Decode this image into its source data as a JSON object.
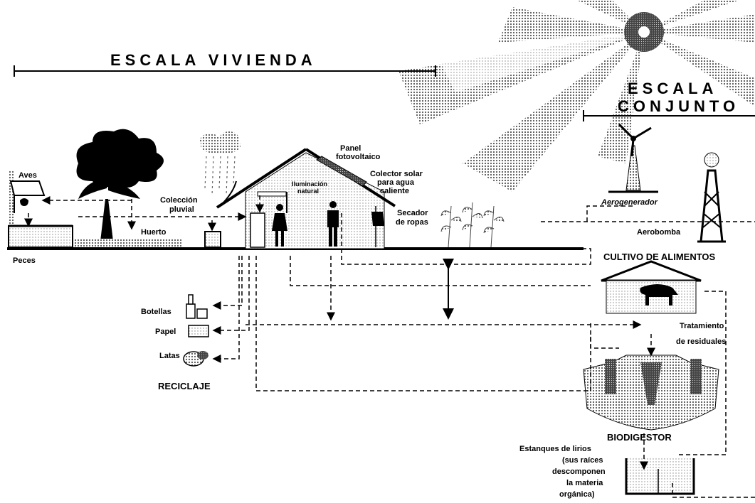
{
  "scales": {
    "vivienda": "ESCALA VIVIENDA",
    "conjunto_line1": "ESCALA",
    "conjunto_line2": "CONJUNTO"
  },
  "labels": {
    "aves": "Aves",
    "peces": "Peces",
    "huerto": "Huerto",
    "coleccion_pluvial_1": "Colección",
    "coleccion_pluvial_2": "pluvial",
    "iluminacion_1": "Iluminación",
    "iluminacion_2": "natural",
    "panel_1": "Panel",
    "panel_2": "fotovoltaico",
    "colector_1": "Colector solar",
    "colector_2": "para agua",
    "colector_3": "caliente",
    "secador_1": "Secador",
    "secador_2": "de ropas",
    "aerogenerador": "Aerogenerador",
    "aerobomba": "Aerobomba",
    "cultivo": "CULTIVO DE ALIMENTOS",
    "tratamiento_1": "Tratamiento",
    "tratamiento_2": "de residuales",
    "botellas": "Botellas",
    "papel": "Papel",
    "latas": "Latas",
    "reciclaje": "RECICLAJE",
    "biodigestor": "BIODIGESTOR",
    "estanques_1": "Estanques de lirios",
    "estanques_2": "(sus raíces",
    "estanques_3": "descomponen",
    "estanques_4": "la materia",
    "estanques_5": "orgánica)"
  },
  "colors": {
    "ink": "#000000",
    "background": "#ffffff",
    "halftone": "#808080"
  }
}
